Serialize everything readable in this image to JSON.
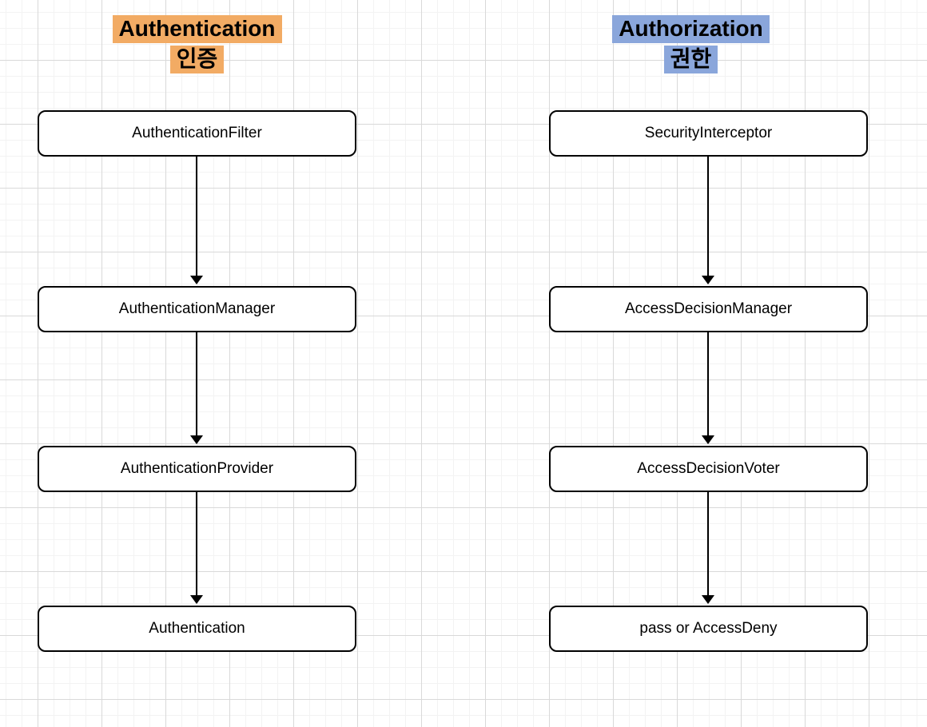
{
  "canvas": {
    "background": "#ffffff",
    "grid_minor_color": "#f3f3f3",
    "grid_major_color": "#d9d9d9"
  },
  "columns": [
    {
      "id": "authentication",
      "title": "Authentication",
      "subtitle": "인증",
      "highlight_color": "#f2ab64",
      "nodes": [
        "AuthenticationFilter",
        "AuthenticationManager",
        "AuthenticationProvider",
        "Authentication"
      ]
    },
    {
      "id": "authorization",
      "title": "Authorization",
      "subtitle": "권한",
      "highlight_color": "#8aa6db",
      "nodes": [
        "SecurityInterceptor",
        "AccessDecisionManager",
        "AccessDecisionVoter",
        "pass or AccessDeny"
      ]
    }
  ]
}
